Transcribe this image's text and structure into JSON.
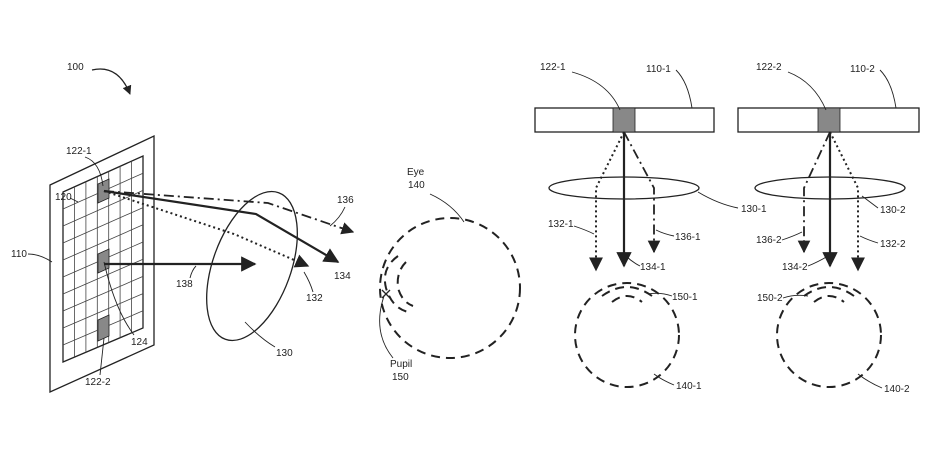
{
  "labels": {
    "fig100": "100",
    "display110": "110",
    "display120": "120",
    "pixel122_1": "122-1",
    "pixel122_2": "122-2",
    "pixel124": "124",
    "lens130": "130",
    "ray132": "132",
    "ray134": "134",
    "ray136": "136",
    "ray138": "138",
    "eye_word": "Eye",
    "eye140": "140",
    "pupil_word": "Pupil",
    "pupil150": "150",
    "p1_pixel": "122-1",
    "p1_display": "110-1",
    "p1_lens": "130-1",
    "p1_ray132": "132-1",
    "p1_ray136": "136-1",
    "p1_ray134": "134-1",
    "p1_pupil": "150-1",
    "p1_eye": "140-1",
    "p2_pixel": "122-2",
    "p2_display": "110-2",
    "p2_lens": "130-2",
    "p2_ray136": "136-2",
    "p2_ray134": "134-2",
    "p2_ray132": "132-2",
    "p2_pupil": "150-2",
    "p2_eye": "140-2"
  }
}
